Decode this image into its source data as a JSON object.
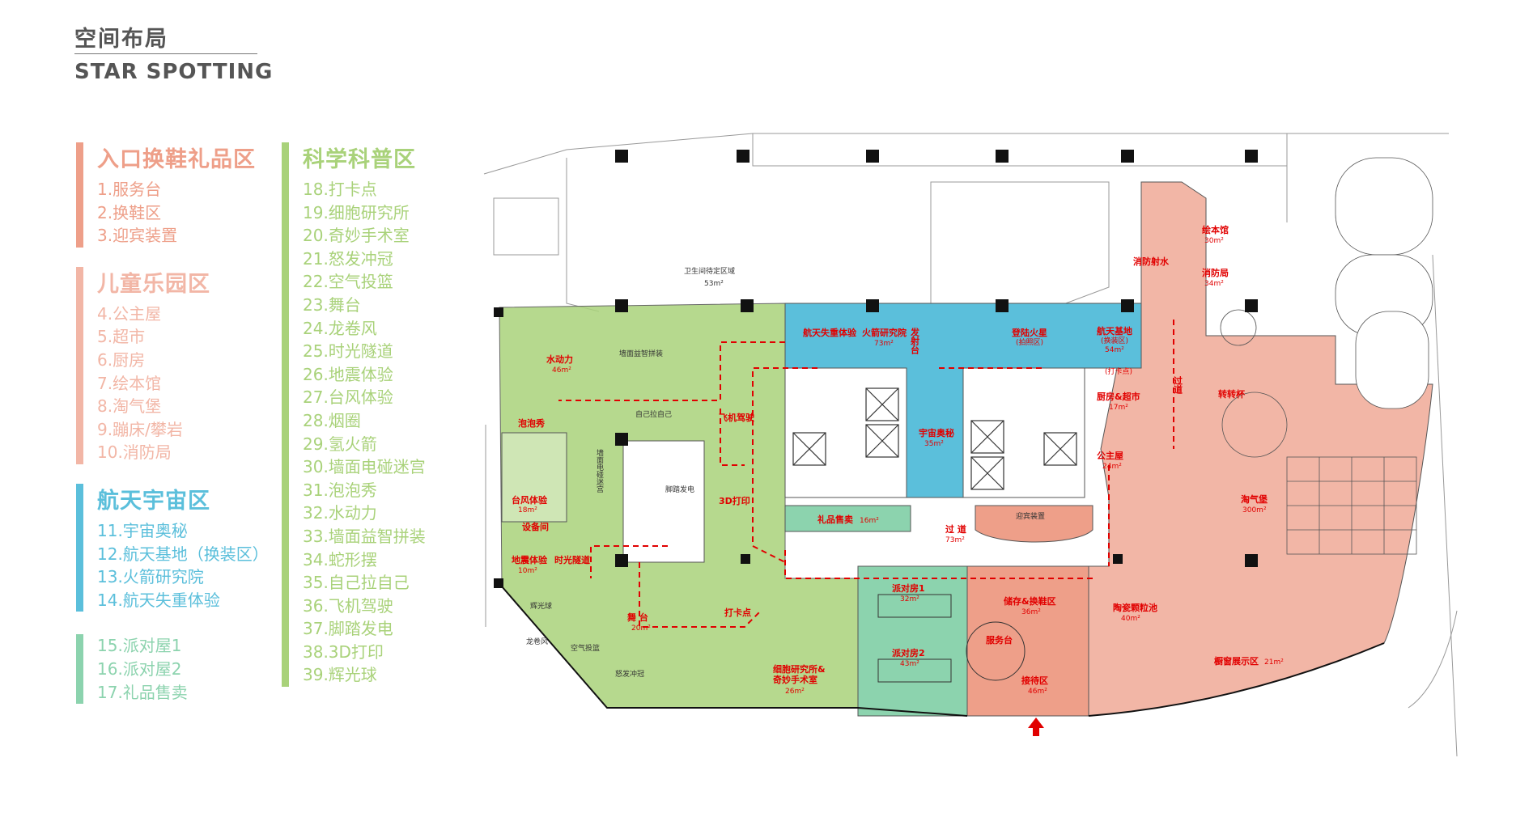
{
  "header": {
    "title_cn": "空间布局",
    "title_en": "STAR SPOTTING"
  },
  "colors": {
    "entrance": "#EE9F89",
    "kids": "#F2B6A6",
    "space": "#5BBFDB",
    "party": "#8CD3AE",
    "science": "#A9D27A",
    "red_label": "#E10000"
  },
  "legend_left": [
    {
      "title": "入口换鞋礼品区",
      "color": "#EE9F89",
      "items": [
        "1.服务台",
        "2.换鞋区",
        "3.迎宾装置"
      ]
    },
    {
      "title": "儿童乐园区",
      "color": "#F2B6A6",
      "items": [
        "4.公主屋",
        "5.超市",
        "6.厨房",
        "7.绘本馆",
        "8.淘气堡",
        "9.蹦床/攀岩",
        "10.消防局"
      ]
    },
    {
      "title": "航天宇宙区",
      "color": "#5BBFDB",
      "items": [
        "11.宇宙奥秘",
        "12.航天基地（换装区）",
        "13.火箭研究院",
        "14.航天失重体验"
      ]
    },
    {
      "title": "",
      "color": "#8CD3AE",
      "items": [
        "15.派对屋1",
        "16.派对屋2",
        "17.礼品售卖"
      ]
    }
  ],
  "legend_right": {
    "title": "科学科普区",
    "color": "#A9D27A",
    "items": [
      "18.打卡点",
      "19.细胞研究所",
      "20.奇妙手术室",
      "21.怒发冲冠",
      "22.空气投篮",
      "23.舞台",
      "24.龙卷风",
      "25.时光隧道",
      "26.地震体验",
      "27.台风体验",
      "28.烟圈",
      "29.氢火箭",
      "30.墙面电碰迷宫",
      "31.泡泡秀",
      "32.水动力",
      "33.墙面益智拼装",
      "34.蛇形摆",
      "35.自己拉自己",
      "36.飞机驾驶",
      "37.脚踏发电",
      "38.3D打印",
      "39.辉光球"
    ]
  },
  "plan": {
    "labels": {
      "washroom": "卫生间待定区域",
      "washroom_area": "53m²",
      "water_power": "水动力",
      "water_power_area": "46m²",
      "wall_puzzle": "墙面益智拼装",
      "bubble_show": "泡泡秀",
      "pull_self": "自己拉自己",
      "typhoon": "台风体验",
      "typhoon_area": "18m²",
      "equipment": "设备间",
      "earthquake": "地震体验",
      "earthquake_area": "10m²",
      "time_tunnel": "时光隧道",
      "maze": "墙面电碰迷宫",
      "stage": "舞 台",
      "stage_area": "20m²",
      "glow_ball": "辉光球",
      "tornado": "龙卷风",
      "air_basket": "空气投篮",
      "hair": "怒发冲冠",
      "checkin": "打卡点",
      "cell_lab": "细胞研究所&",
      "cell_lab_2": "奇妙手术室",
      "cell_lab_area": "26m²",
      "plane": "飞机驾驶",
      "print3d": "3D打印",
      "pedal": "脚踏发电",
      "zero_g": "航天失重体验",
      "rocket_lab": "火箭研究院",
      "rocket_area": "73m²",
      "launch": "发射台",
      "mars": "登陆火星",
      "mars_sub": "(拍照区)",
      "space_base": "航天基地",
      "space_base_sub": "(换装区)",
      "space_base_area": "54m²",
      "universe": "宇宙奥秘",
      "universe_area": "35m²",
      "gift": "礼品售卖",
      "gift_area": "16m²",
      "welcome": "迎宾装置",
      "corridor": "过 道",
      "corridor_area": "73m²",
      "corridor_v": "过道",
      "checkin_2": "(打卡点)",
      "kitchen": "厨房&超市",
      "kitchen_area": "17m²",
      "princess": "公主屋",
      "princess_area": "24m²",
      "fire_water": "消防射水",
      "picture_book": "绘本馆",
      "picture_book_area": "30m²",
      "fire_station": "消防局",
      "fire_station_area": "34m²",
      "spin_cup": "转转杯",
      "naughty": "淘气堡",
      "naughty_area": "300m²",
      "ceramic": "陶瓷颗粒池",
      "ceramic_area": "40m²",
      "window": "橱窗展示区",
      "window_area": "21m²",
      "party1": "派对房1",
      "party1_area": "32m²",
      "party2": "派对房2",
      "party2_area": "43m²",
      "storage": "储存&换鞋区",
      "storage_area": "36m²",
      "service": "服务台",
      "reception": "接待区",
      "reception_area": "46m²"
    }
  }
}
